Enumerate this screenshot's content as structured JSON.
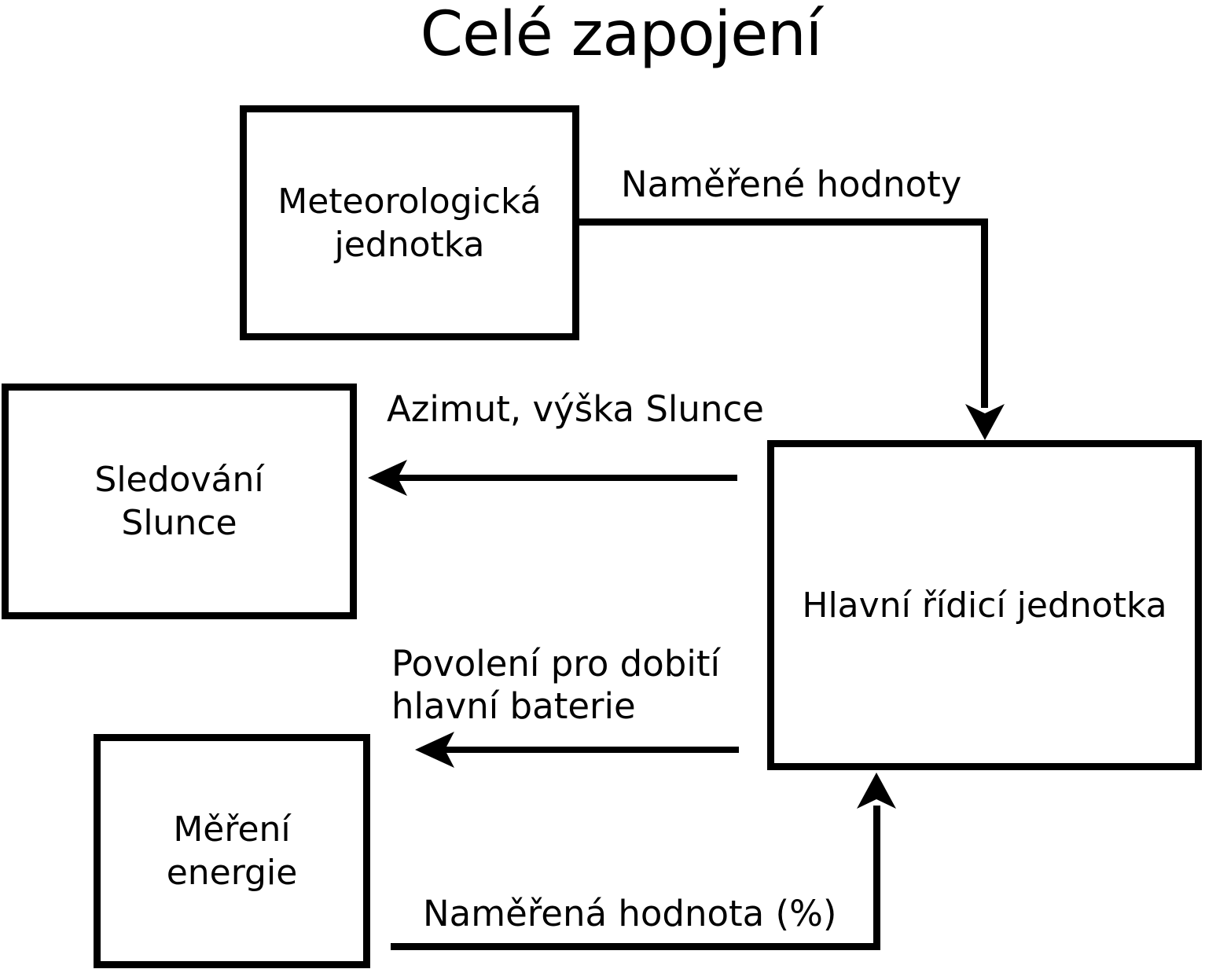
{
  "title": "Celé zapojení",
  "colors": {
    "foreground": "#000000",
    "background": "#ffffff"
  },
  "nodes": {
    "meteo": {
      "label": "Meteorologická\njednotka"
    },
    "sledovani": {
      "label": "Sledování\nSlunce"
    },
    "mereni": {
      "label": "Měření\nenergie"
    },
    "hlavni": {
      "label": "Hlavní řídicí jednotka"
    }
  },
  "edges": {
    "namerene_hodnoty": {
      "label": "Naměřené hodnoty",
      "from": "Meteorologická jednotka",
      "to": "Hlavní řídicí jednotka"
    },
    "azimut_vyska": {
      "label": "Azimut, výška Slunce",
      "from": "Hlavní řídicí jednotka",
      "to": "Sledování Slunce"
    },
    "povoleni_dobiti": {
      "label": "Povolení pro dobití\nhlavní baterie",
      "from": "Hlavní řídicí jednotka",
      "to": "left"
    },
    "namerena_hodnota": {
      "label": "Naměřená hodnota (%)",
      "from": "Měření energie",
      "to": "Hlavní řídicí jednotka"
    }
  }
}
